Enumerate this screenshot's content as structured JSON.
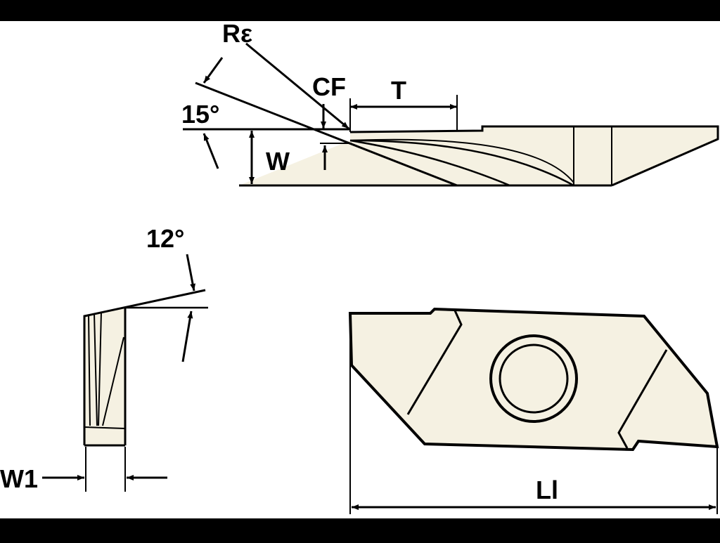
{
  "labels": {
    "corner_radius": "Rε",
    "chamfer": "CF",
    "tool_width": "T",
    "width": "W",
    "angle_top": "15°",
    "angle_side": "12°",
    "width_w1": "W1",
    "length": "Ll"
  },
  "colors": {
    "background_band": "#000000",
    "paper": "#ffffff",
    "insert_fill": "#f5f1e2",
    "line": "#000000"
  }
}
